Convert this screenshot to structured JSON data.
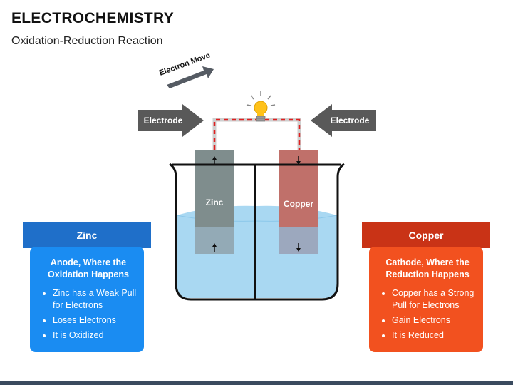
{
  "header": {
    "title": "ELECTROCHEMISTRY",
    "subtitle": "Oxidation-Reduction Reaction"
  },
  "diagram": {
    "electron_move_label": "Electron Move",
    "left_electrode_label": "Electrode",
    "right_electrode_label": "Electrode",
    "zinc_rod_label": "Zinc",
    "copper_rod_label": "Copper",
    "icons": [
      "light-bulb-icon",
      "arrow-up-icon",
      "arrow-down-icon"
    ]
  },
  "zinc_panel": {
    "title": "Zinc",
    "heading": "Anode, Where the Oxidation Happens",
    "points": [
      "Zinc has a Weak Pull for Electrons",
      "Loses Electrons",
      "It is Oxidized"
    ]
  },
  "copper_panel": {
    "title": "Copper",
    "heading": "Cathode, Where the Reduction Happens",
    "points": [
      "Copper has a Strong Pull for Electrons",
      "Gain Electrons",
      "It is Reduced"
    ]
  },
  "colors": {
    "zinc_header": "#1f6fc9",
    "zinc_body": "#1a8cf2",
    "copper_header": "#c93316",
    "copper_body": "#f2511f",
    "wire_dash": "#e02020",
    "electrolyte": "#a9d8f2"
  }
}
